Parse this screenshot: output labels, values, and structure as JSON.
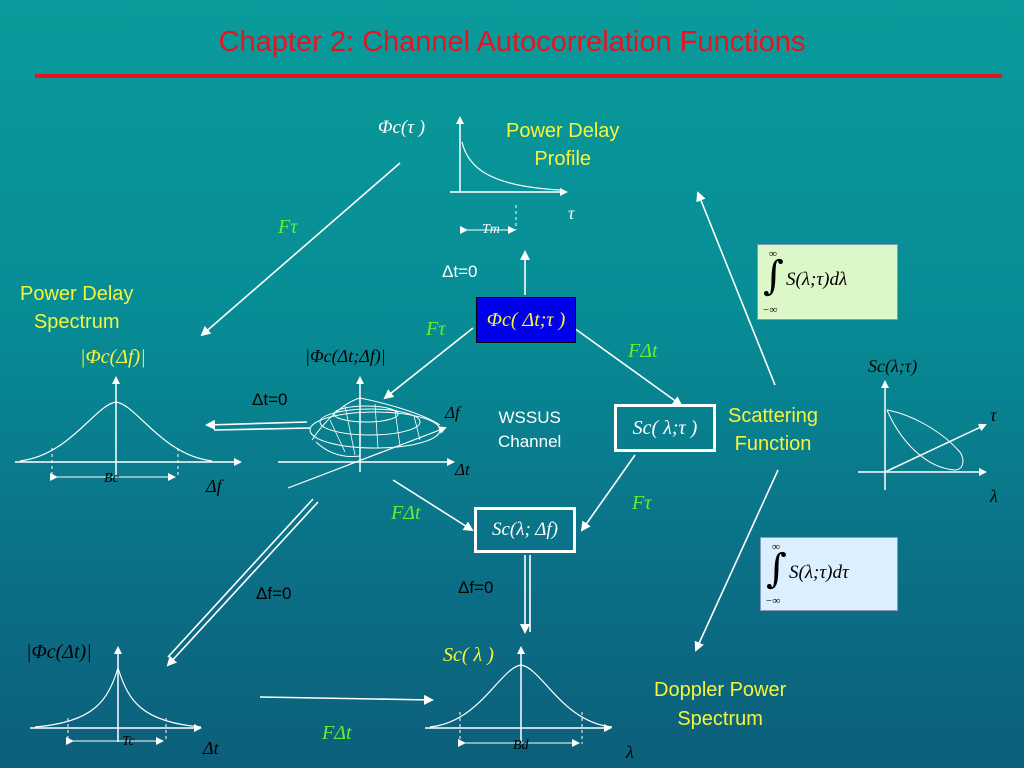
{
  "title": "Chapter 2: Channel Autocorrelation Functions",
  "colors": {
    "title": "#e8131f",
    "label_yellow": "#f8f43a",
    "transform_green": "#66ee33",
    "box_blue": "#0000ee",
    "formula_bg_green": "#dcf7c8",
    "formula_bg_blue": "#dcefff"
  },
  "labels": {
    "pdp_title": "Power Delay\nProfile",
    "pds_title": "Power Delay\nSpectrum",
    "scattering": "Scattering\nFunction",
    "doppler": "Doppler Power\nSpectrum",
    "wssus": "WSSUS\nChannel"
  },
  "math": {
    "phi_tau": "Φc(τ )",
    "phi_center": "Φc( Δt;τ )",
    "abs_phi_df": "|Φc(Δf)|",
    "abs_phi_dt_df": "|Φc(Δt;Δf)|",
    "abs_phi_dt": "|Φc(Δt)|",
    "s_lambda_tau": "Sc( λ;τ )",
    "s_lambda_df": "Sc(λ; Δf)",
    "s_lambda": "Sc( λ )",
    "s_right": "Sc(λ;τ)",
    "tm": "Tm",
    "bc": "Bc",
    "tc": "Tc",
    "bd": "Bd",
    "tau": "τ",
    "lambda": "λ",
    "delta_t": "Δt",
    "delta_f": "Δf",
    "dt0_top": "Δt=0",
    "dt0_left": "Δt=0",
    "df0_left": "Δf=0",
    "df0_center": "Δf=0",
    "formula1": "S(λ;τ)dλ",
    "formula2": "S(λ;τ)dτ",
    "inf": "∞",
    "neg_inf": "−∞"
  },
  "transforms": {
    "f_tau_top": "Fτ",
    "f_tau_left": "Fτ",
    "f_dt_right": "FΔt",
    "f_dt_lower": "FΔt",
    "f_tau_lower": "Fτ",
    "f_dt_bottom": "FΔt"
  }
}
